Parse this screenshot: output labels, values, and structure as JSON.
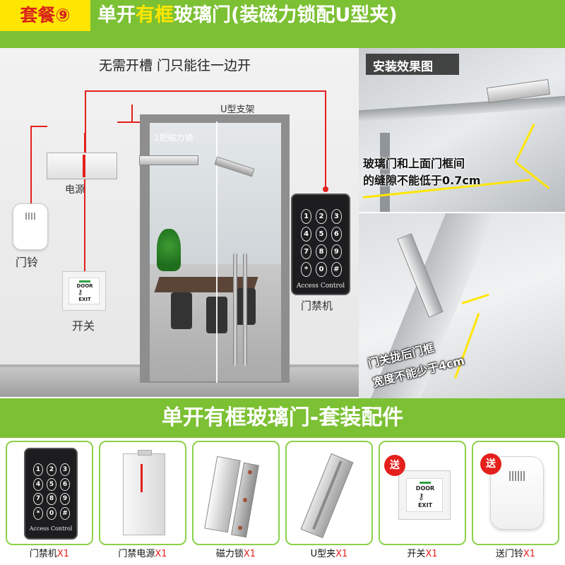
{
  "header": {
    "badge": "套餐⑨",
    "title_pre": "单开",
    "title_hl1": "有框",
    "title_mid": "玻璃门",
    "title_hl2": "(装磁力锁配U型夹)"
  },
  "scene": {
    "subtitle": "无需开槽 门只能往一边开",
    "labels": {
      "u_bracket": "U型支架",
      "power_supply": "电源",
      "magnetic_lock": "1把磁力锁",
      "doorbell": "门铃",
      "switch": "开关",
      "access_control": "门禁机"
    },
    "keypad": {
      "keys": [
        "1",
        "2",
        "3",
        "4",
        "5",
        "6",
        "7",
        "8",
        "9",
        "*",
        "0",
        "#"
      ],
      "brand": "Access Control"
    },
    "exit_button": {
      "top": "DOOR",
      "bottom": "EXIT"
    }
  },
  "install": {
    "caption": "安装效果图",
    "note1_line1": "玻璃门和上面门框间",
    "note1_line2": "的缝隙不能低于0.7cm",
    "note2_line1": "门关拢后门框",
    "note2_line2": "宽度不能少于4cm"
  },
  "band": {
    "title": "单开有框玻璃门-套装配件"
  },
  "products": [
    {
      "name": "门禁机",
      "qty": "X1"
    },
    {
      "name": "门禁电源",
      "qty": "X1"
    },
    {
      "name": "磁力锁",
      "qty": "X1"
    },
    {
      "name": "U型夹",
      "qty": "X1"
    },
    {
      "name": "开关",
      "qty": "X1"
    },
    {
      "name": "送门铃",
      "qty": "X1"
    }
  ],
  "gift_label": "送",
  "colors": {
    "header_green": "#7cc034",
    "badge_yellow": "#ffe600",
    "accent_red": "#e4201c",
    "box_border": "#8bd14b"
  }
}
